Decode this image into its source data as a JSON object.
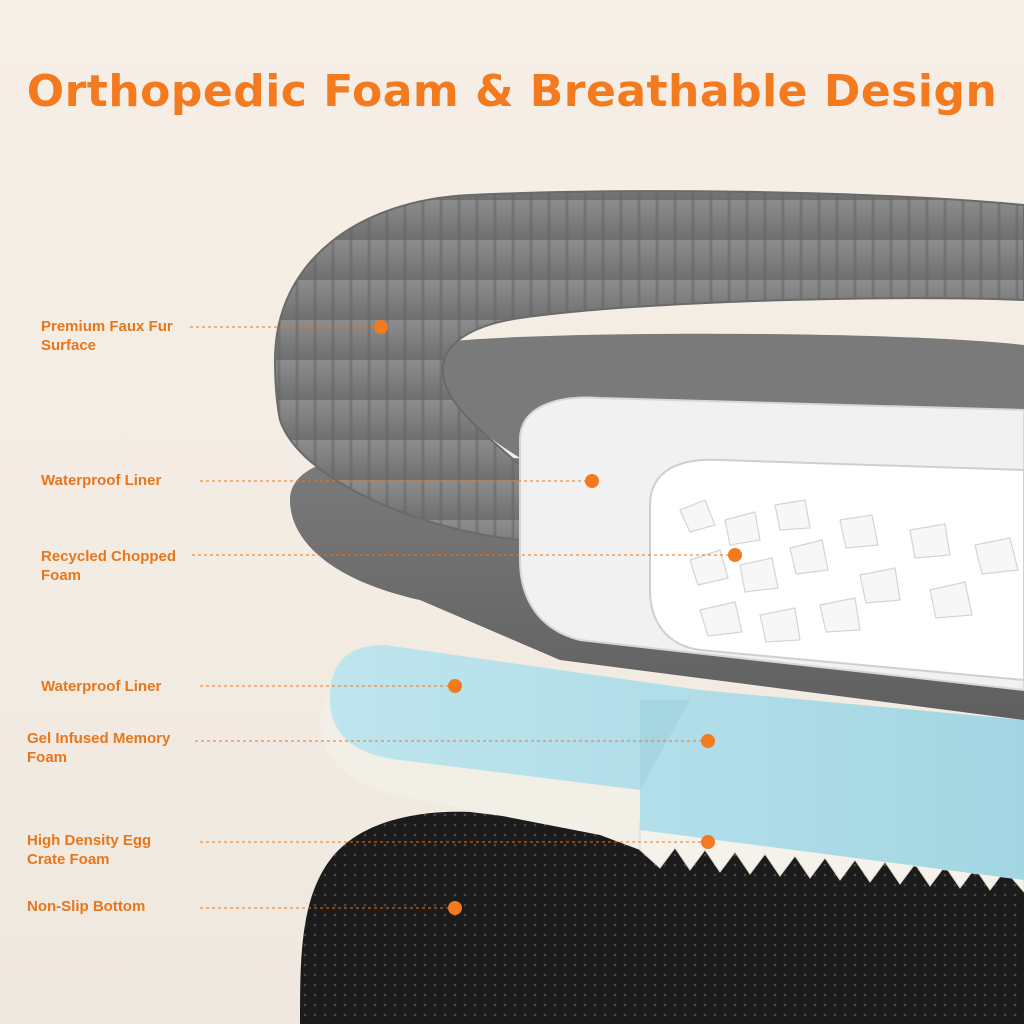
{
  "title": "Orthopedic Foam & Breathable Design",
  "colors": {
    "accent": "#f47a1f",
    "fur": "#8a8a8a",
    "fur_dark": "#6e6e6e",
    "liner": "#f2f2f2",
    "gel": "#a9dbe6",
    "egg_crate": "#f4f2ea",
    "bottom": "#1c1c1c"
  },
  "callouts": [
    {
      "id": "faux-fur",
      "label_line1": "Premium Faux Fur",
      "label_line2": "Surface"
    },
    {
      "id": "liner-top",
      "label_line1": "Waterproof Liner",
      "label_line2": ""
    },
    {
      "id": "chopped-foam",
      "label_line1": "Recycled Chopped",
      "label_line2": "Foam"
    },
    {
      "id": "liner-bottom",
      "label_line1": "Waterproof Liner",
      "label_line2": ""
    },
    {
      "id": "gel-foam",
      "label_line1": "Gel Infused Memory",
      "label_line2": "Foam"
    },
    {
      "id": "egg-crate",
      "label_line1": "High Density Egg",
      "label_line2": "Crate Foam"
    },
    {
      "id": "non-slip",
      "label_line1": "Non-Slip Bottom",
      "label_line2": ""
    }
  ]
}
